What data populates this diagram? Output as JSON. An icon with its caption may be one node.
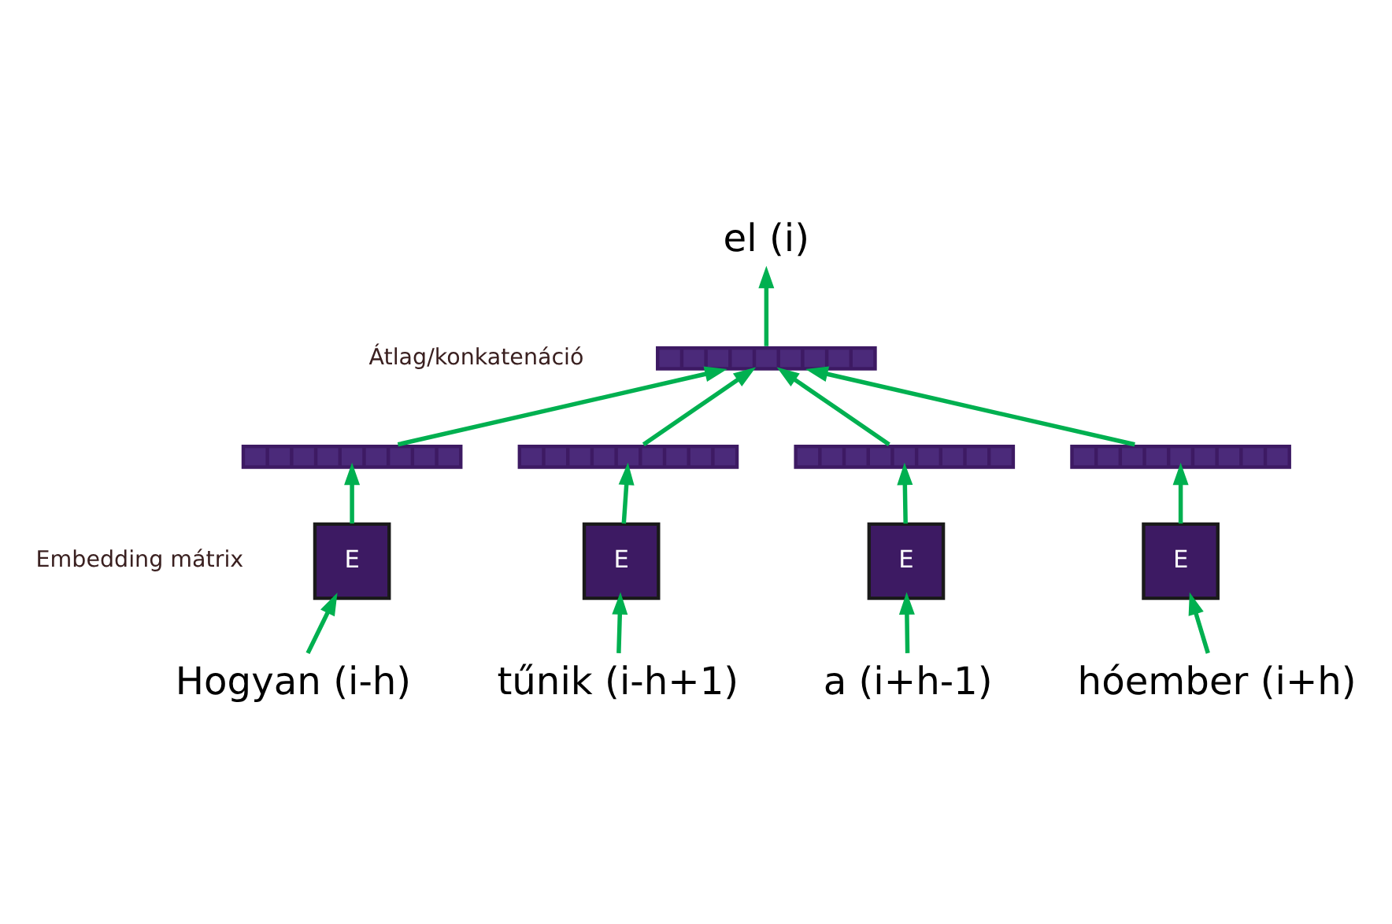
{
  "diagram": {
    "nodes": [
      {
        "text": [
          "el (i)"
        ]
      },
      {
        "text": [],
        "shape": "bar"
      },
      {
        "text": [],
        "shape": "bar"
      },
      {
        "text": [],
        "shape": "bar"
      },
      {
        "text": [],
        "shape": "bar"
      },
      {
        "text": [],
        "shape": "bar"
      },
      {
        "text": [
          "E"
        ]
      },
      {
        "text": [
          "E"
        ]
      },
      {
        "text": [
          "E"
        ]
      },
      {
        "text": [
          "E"
        ]
      },
      {
        "text": [
          "Hogyan (i-h)"
        ]
      },
      {
        "text": [
          "tűnik (i-h+1)"
        ]
      },
      {
        "text": [
          "a (i+h-1)"
        ]
      },
      {
        "text": [
          "hóember (i+h)"
        ]
      }
    ],
    "edges": [
      {
        "from": 10,
        "to": 6,
        "arrow": "to"
      },
      {
        "from": 11,
        "to": 7,
        "arrow": "to"
      },
      {
        "from": 12,
        "to": 8,
        "arrow": "to"
      },
      {
        "from": 13,
        "to": 9,
        "arrow": "to"
      },
      {
        "from": 6,
        "to": 2,
        "arrow": "to"
      },
      {
        "from": 7,
        "to": 3,
        "arrow": "to"
      },
      {
        "from": 8,
        "to": 4,
        "arrow": "to"
      },
      {
        "from": 9,
        "to": 5,
        "arrow": "to"
      },
      {
        "from": 2,
        "to": 1,
        "arrow": "to"
      },
      {
        "from": 3,
        "to": 1,
        "arrow": "to"
      },
      {
        "from": 4,
        "to": 1,
        "arrow": "to"
      },
      {
        "from": 5,
        "to": 1,
        "arrow": "to"
      },
      {
        "from": 1,
        "to": 0,
        "arrow": "to"
      }
    ],
    "labels": [
      "Átlag/konkatenáció",
      "Embedding mátrix"
    ]
  }
}
